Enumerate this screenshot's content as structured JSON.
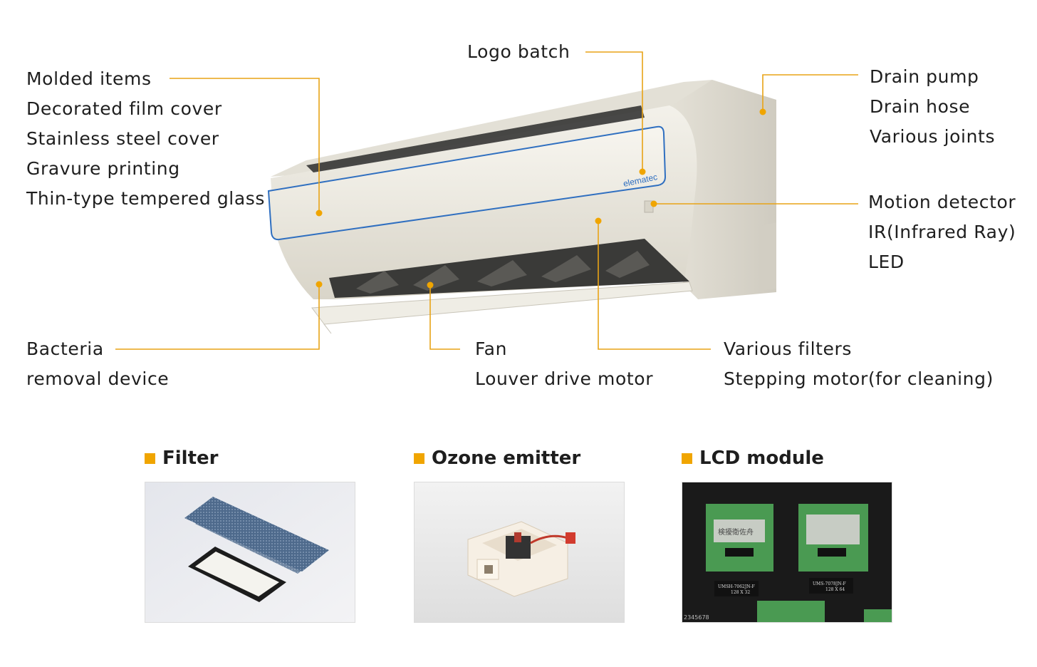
{
  "callouts": {
    "left_top": [
      "Molded items",
      "Decorated film cover",
      "Stainless steel cover",
      "Gravure printing",
      "Thin-type tempered glass"
    ],
    "logo": [
      "Logo batch"
    ],
    "right_top": [
      "Drain pump",
      "Drain hose",
      "Various joints"
    ],
    "right_mid": [
      "Motion detector",
      "IR(Infrared Ray)",
      "LED"
    ],
    "left_bottom": [
      "Bacteria",
      "removal device"
    ],
    "bottom_mid": [
      "Fan",
      "Louver drive motor"
    ],
    "bottom_right": [
      "Various filters",
      "Stepping motor(for cleaning)"
    ]
  },
  "unit": {
    "brand_mark": "elematec"
  },
  "gallery": [
    {
      "caption": "Filter"
    },
    {
      "caption": "Ozone emitter"
    },
    {
      "caption": "LCD module",
      "board_text": [
        "検擾衛佐舟",
        "UMSH-7062JN-F",
        "128 X 32",
        "UMS-7078JN-F",
        "128 X 64",
        "2345678"
      ]
    }
  ],
  "colors": {
    "accent": "#F0A500",
    "leader_line": "#E8A317",
    "panel_stripe": "#2F6FC0",
    "unit_body": "#ECE9E0"
  }
}
